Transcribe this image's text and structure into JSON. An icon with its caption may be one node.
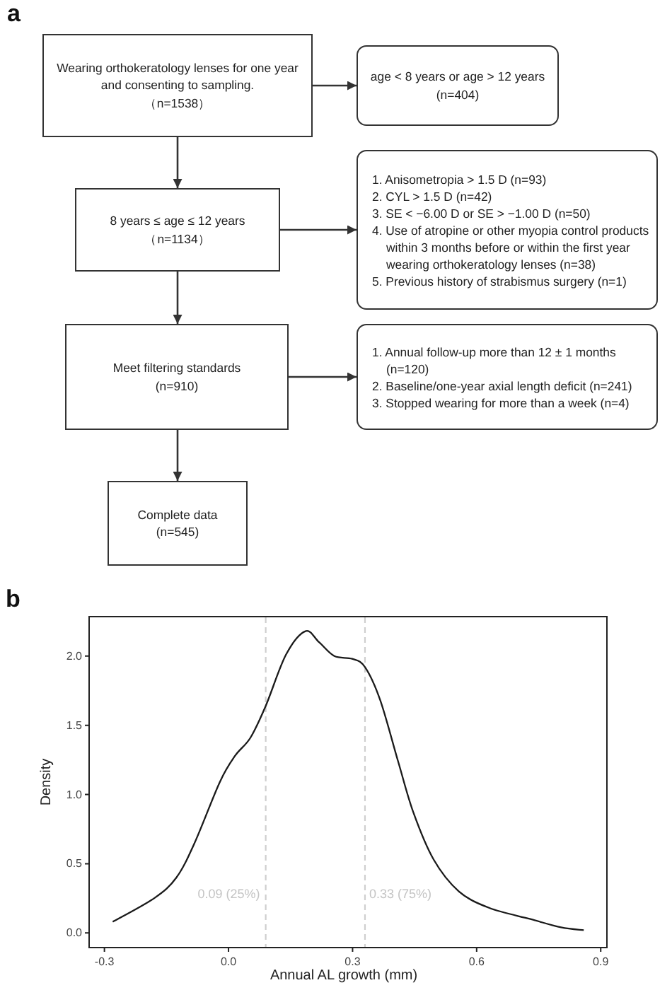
{
  "diagram": {
    "nodes": [
      {
        "text": [
          "Wearing orthokeratology lenses for one year and consenting to sampling.",
          "（n=1538）"
        ]
      },
      {
        "text": [
          "age < 8 years or age > 12 years",
          "(n=404)"
        ]
      },
      {
        "text": [
          "8 years ≤ age ≤ 12 years",
          "（n=1134）"
        ]
      },
      {
        "text": [
          "1. Anisometropia > 1.5 D (n=93)",
          "2. CYL > 1.5 D (n=42)",
          "3. SE < −6.00 D or SE > −1.00 D (n=50)",
          "4. Use of atropine or other myopia control products within 3 months before or within the first year wearing orthokeratology lenses (n=38)",
          "5. Previous history of strabismus surgery (n=1)"
        ]
      },
      {
        "text": [
          "Meet filtering standards",
          "(n=910)"
        ]
      },
      {
        "text": [
          "1. Annual follow-up more than 12 ± 1 months (n=120)",
          "2. Baseline/one-year axial length deficit (n=241)",
          "3. Stopped wearing for more than a week (n=4)"
        ]
      },
      {
        "text": [
          "Complete data",
          "(n=545)"
        ]
      }
    ],
    "edges": [
      {
        "from": 0,
        "to": 1,
        "arrow": "to"
      },
      {
        "from": 0,
        "to": 2,
        "arrow": "to"
      },
      {
        "from": 2,
        "to": 3,
        "arrow": "to"
      },
      {
        "from": 2,
        "to": 4,
        "arrow": "to"
      },
      {
        "from": 4,
        "to": 5,
        "arrow": "to"
      },
      {
        "from": 4,
        "to": 6,
        "arrow": "to"
      }
    ],
    "labels": [
      "a",
      "b"
    ],
    "chart_data": {
      "type": "line",
      "xlabel": "Annual AL growth (mm)",
      "ylabel": "Density",
      "x": [
        -0.28,
        -0.18,
        -0.126,
        -0.082,
        -0.021,
        0.016,
        0.053,
        0.09,
        0.139,
        0.186,
        0.219,
        0.256,
        0.299,
        0.33,
        0.367,
        0.41,
        0.447,
        0.496,
        0.557,
        0.631,
        0.73,
        0.804,
        0.859
      ],
      "values": [
        0.08,
        0.25,
        0.4,
        0.65,
        1.09,
        1.28,
        1.41,
        1.64,
        2.01,
        2.18,
        2.1,
        2.0,
        1.98,
        1.92,
        1.68,
        1.24,
        0.87,
        0.53,
        0.3,
        0.18,
        0.1,
        0.04,
        0.02
      ],
      "xlim": [
        -0.337,
        0.915
      ],
      "ylim": [
        -0.106,
        2.285
      ],
      "xticks": [
        {
          "value": -0.3,
          "label": "-0.3"
        },
        {
          "value": 0,
          "label": "0.0"
        },
        {
          "value": 0.3,
          "label": "0.3"
        },
        {
          "value": 0.6,
          "label": "0.6"
        },
        {
          "value": 0.9,
          "label": "0.9"
        }
      ],
      "yticks": [
        {
          "value": 0,
          "label": "0.0"
        },
        {
          "value": 0.5,
          "label": "0.5"
        },
        {
          "value": 1,
          "label": "1.0"
        },
        {
          "value": 1.5,
          "label": "1.5"
        },
        {
          "value": 2,
          "label": "2.0"
        }
      ],
      "ref_lines": [
        {
          "axis": "x",
          "value": 0.09
        },
        {
          "axis": "x",
          "value": 0.33
        }
      ],
      "annotations": [
        "0.09 (25%)",
        "0.33 (75%)"
      ]
    }
  }
}
